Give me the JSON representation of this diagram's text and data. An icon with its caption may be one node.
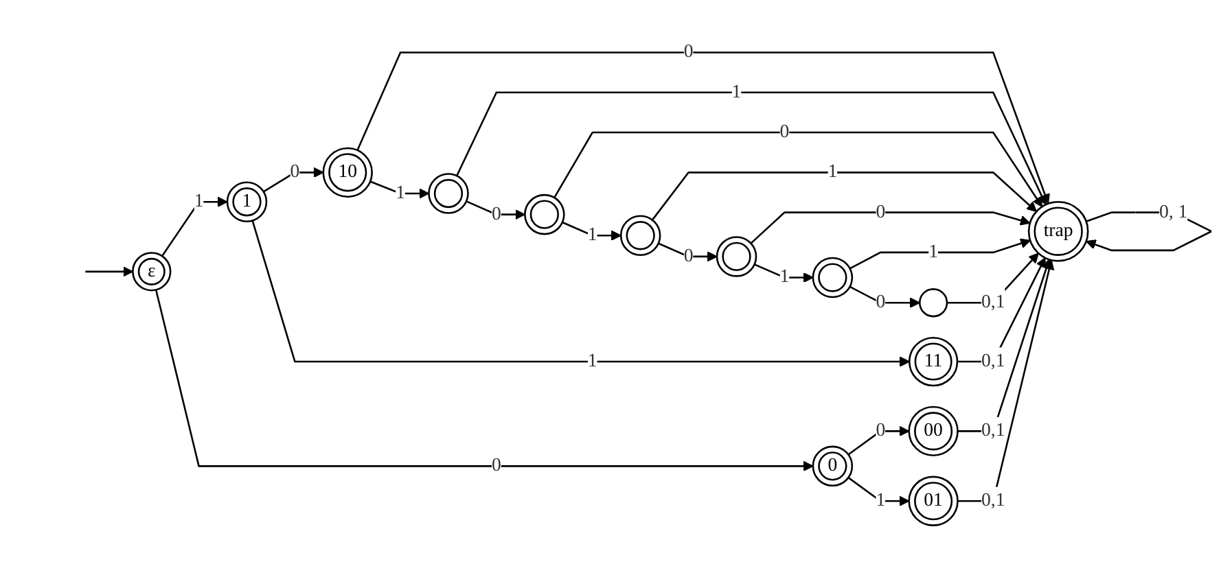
{
  "diagram": {
    "nodes": [
      {
        "text": [
          "ε"
        ]
      },
      {
        "text": [
          "1"
        ]
      },
      {
        "text": [
          "0"
        ]
      },
      {
        "text": [
          "10"
        ]
      },
      {
        "text": [
          "11"
        ]
      },
      {
        "text": [
          "00"
        ]
      },
      {
        "text": [
          "01"
        ]
      },
      {
        "text": [],
        "shape": "circle"
      },
      {
        "text": [],
        "shape": "circle"
      },
      {
        "text": [],
        "shape": "circle"
      },
      {
        "text": [],
        "shape": "circle"
      },
      {
        "text": [],
        "shape": "circle"
      },
      {
        "text": [],
        "shape": "circle"
      },
      {
        "text": [
          "trap"
        ]
      }
    ],
    "edges": [
      {
        "from": null,
        "to": 0,
        "arrow": "to"
      },
      {
        "from": 0,
        "to": 1,
        "label": "1",
        "arrow": "to"
      },
      {
        "from": 0,
        "to": 2,
        "label": "0",
        "arrow": "to"
      },
      {
        "from": 1,
        "to": 3,
        "label": "0",
        "arrow": "to"
      },
      {
        "from": 1,
        "to": 4,
        "label": "1",
        "arrow": "to"
      },
      {
        "from": 2,
        "to": 5,
        "label": "0",
        "arrow": "to"
      },
      {
        "from": 2,
        "to": 6,
        "label": "1",
        "arrow": "to"
      },
      {
        "from": 3,
        "to": 7,
        "label": "1",
        "arrow": "to"
      },
      {
        "from": 7,
        "to": 8,
        "label": "0",
        "arrow": "to"
      },
      {
        "from": 8,
        "to": 9,
        "label": "1",
        "arrow": "to"
      },
      {
        "from": 9,
        "to": 10,
        "label": "0",
        "arrow": "to"
      },
      {
        "from": 10,
        "to": 11,
        "label": "1",
        "arrow": "to"
      },
      {
        "from": 11,
        "to": 12,
        "label": "0",
        "arrow": "to"
      },
      {
        "from": 3,
        "to": 13,
        "label": "0",
        "arrow": "to"
      },
      {
        "from": 7,
        "to": 13,
        "label": "1",
        "arrow": "to"
      },
      {
        "from": 8,
        "to": 13,
        "label": "0",
        "arrow": "to"
      },
      {
        "from": 9,
        "to": 13,
        "label": "1",
        "arrow": "to"
      },
      {
        "from": 10,
        "to": 13,
        "label": "0",
        "arrow": "to"
      },
      {
        "from": 11,
        "to": 13,
        "label": "1",
        "arrow": "to"
      },
      {
        "from": 12,
        "to": 13,
        "label": "0,1",
        "arrow": "to"
      },
      {
        "from": 4,
        "to": 13,
        "label": "0,1",
        "arrow": "to"
      },
      {
        "from": 5,
        "to": 13,
        "label": "0,1",
        "arrow": "to"
      },
      {
        "from": 6,
        "to": 13,
        "label": "0,1",
        "arrow": "to"
      },
      {
        "from": 13,
        "to": 13,
        "label": "0, 1",
        "arrow": "to"
      }
    ]
  }
}
